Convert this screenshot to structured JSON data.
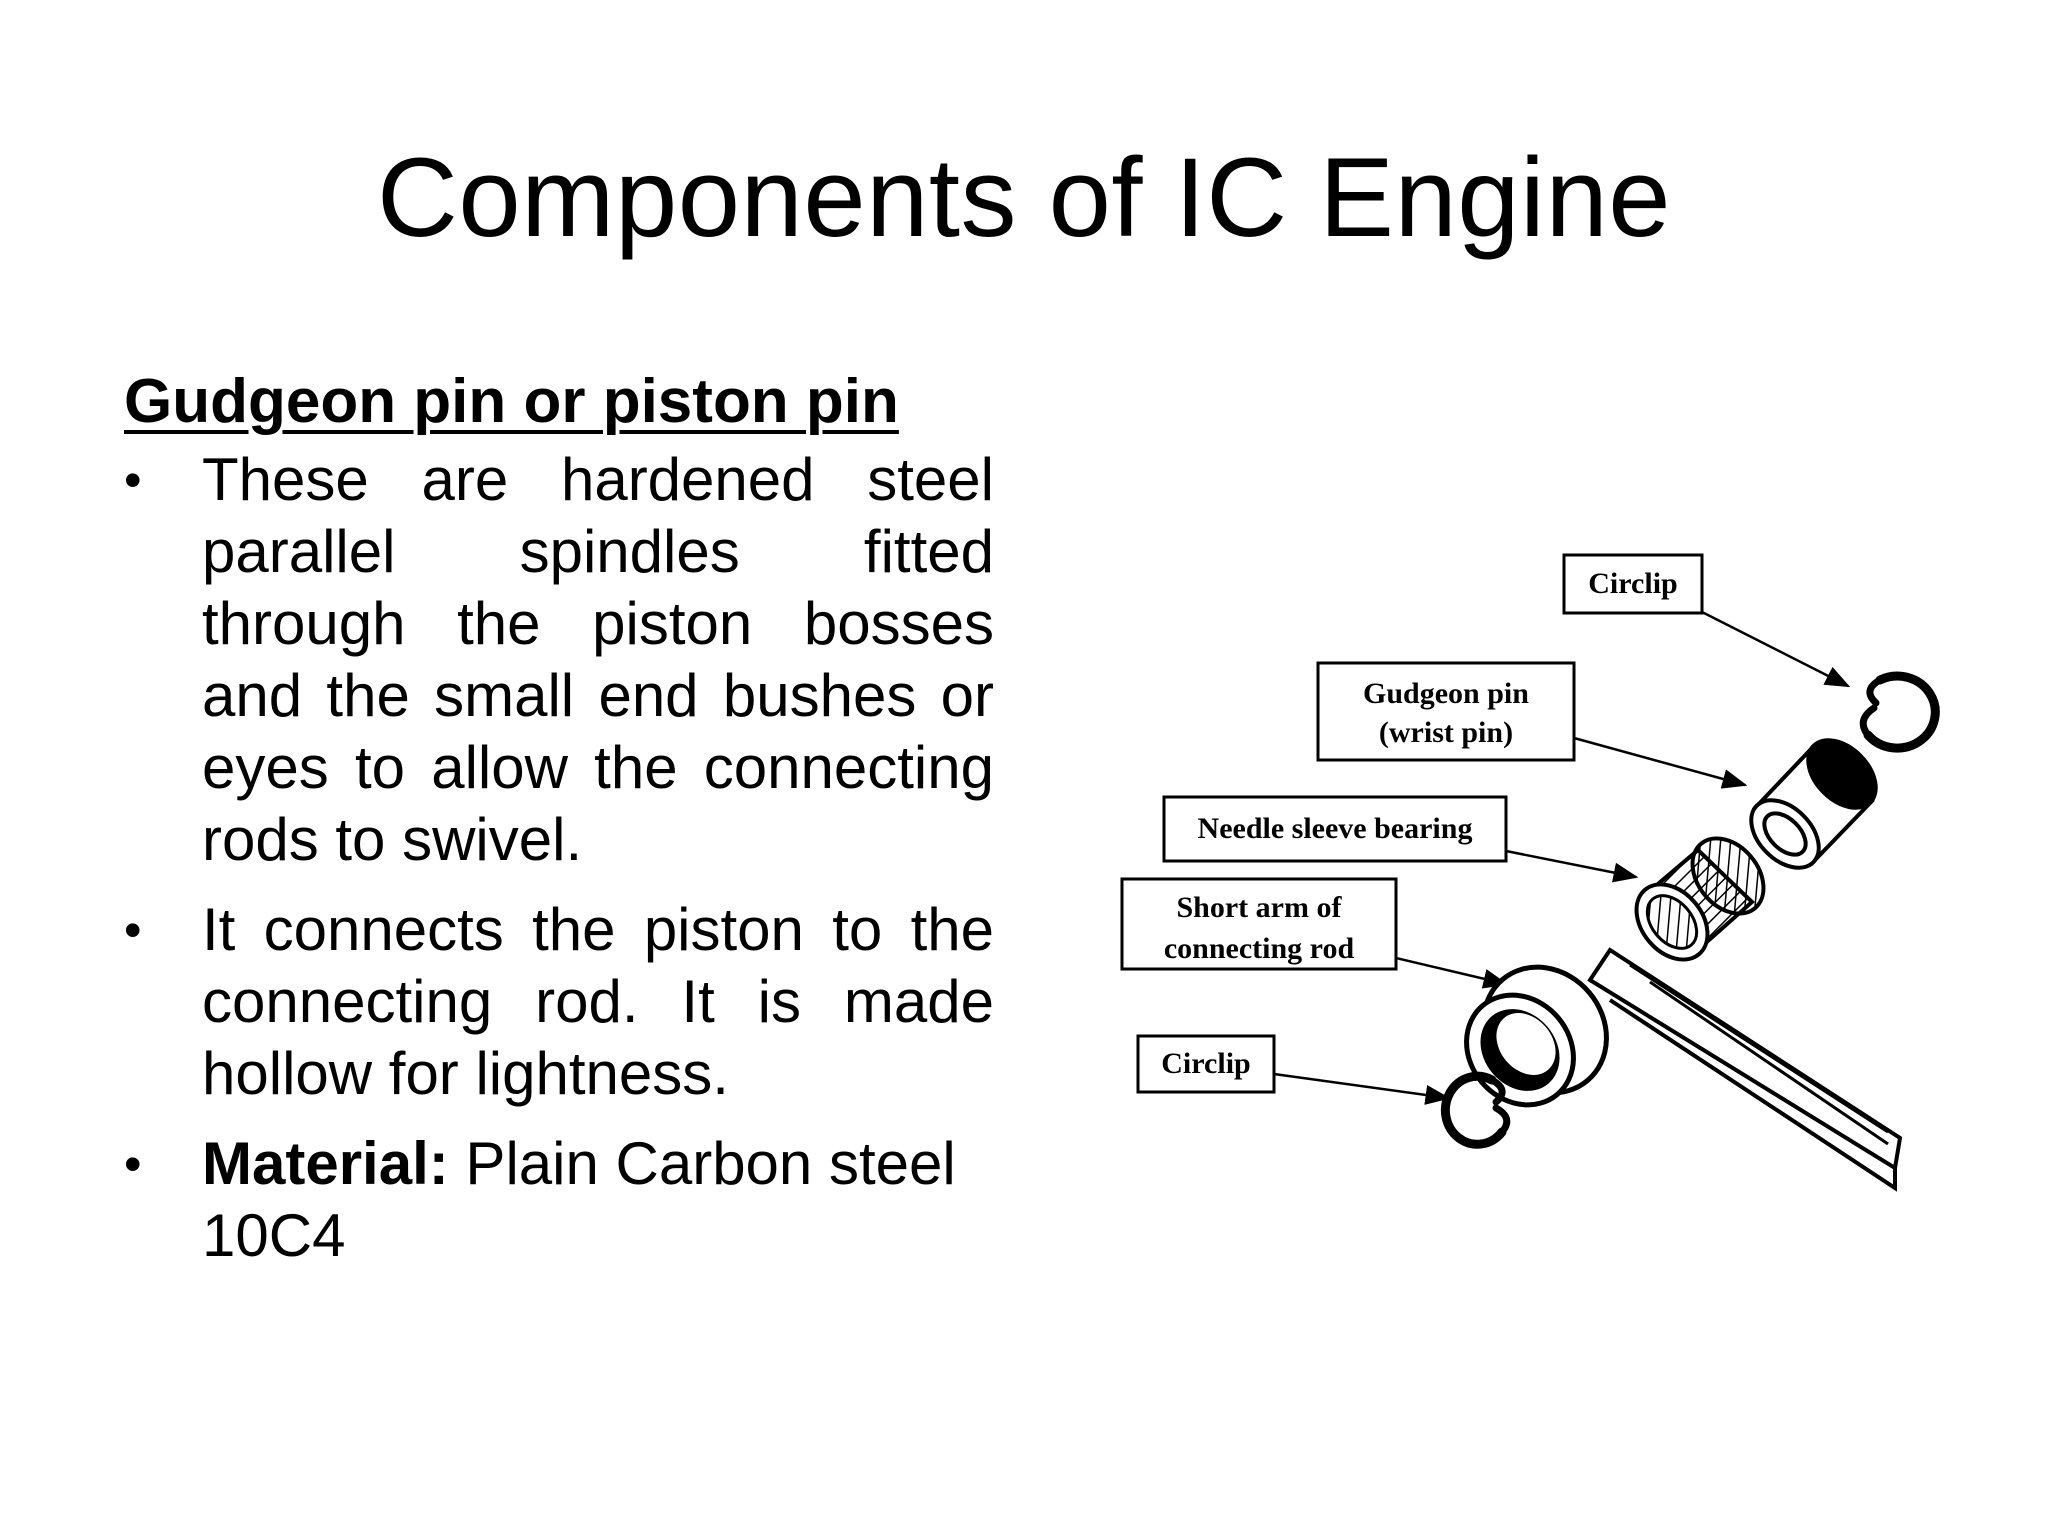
{
  "slide": {
    "title": "Components of IC Engine",
    "heading": "Gudgeon pin or piston pin",
    "bullets": [
      {
        "text": "These are hardened steel parallel spindles fitted through the piston bosses and the small end bushes or eyes to allow the connecting rods to swivel."
      },
      {
        "text": "It connects the piston to the connecting rod. It is made hollow for lightness."
      },
      {
        "label": "Material:",
        "text": " Plain Carbon steel 10C4"
      }
    ]
  },
  "figure": {
    "labels": {
      "circlip_top": "Circlip",
      "gudgeon_pin_line1": "Gudgeon pin",
      "gudgeon_pin_line2": "(wrist pin)",
      "needle_bearing": "Needle sleeve bearing",
      "short_arm_line1": "Short arm of",
      "short_arm_line2": "connecting rod",
      "circlip_bottom": "Circlip"
    }
  }
}
